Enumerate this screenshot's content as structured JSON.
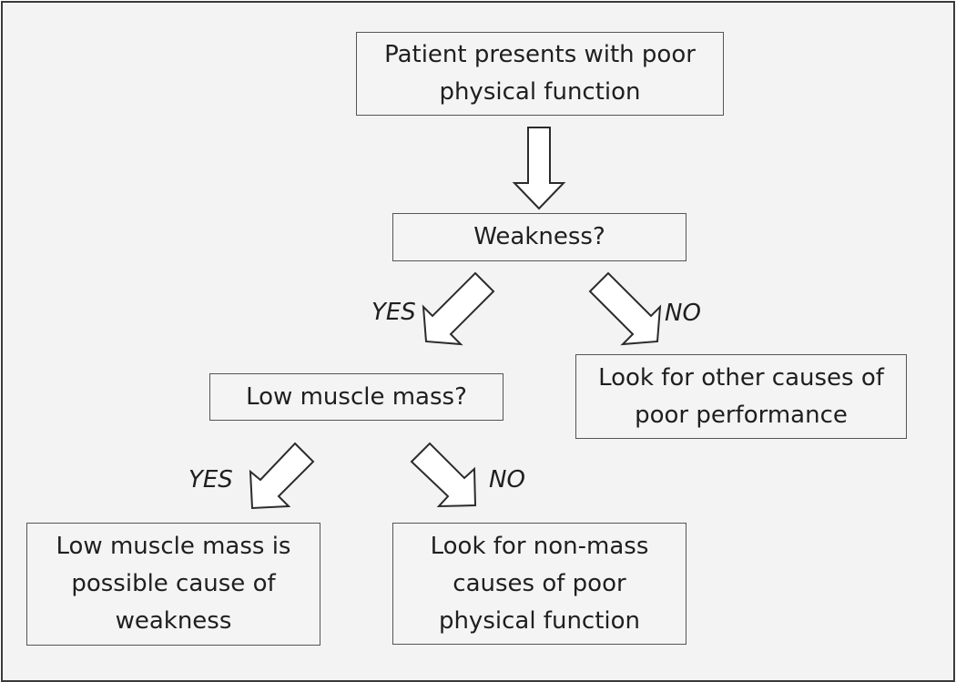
{
  "nodes": {
    "start": "Patient presents with poor\nphysical function",
    "weakness": "Weakness?",
    "low_mass": "Low muscle mass?",
    "other_causes": "Look for other causes of\npoor performance",
    "mass_cause": "Low muscle mass is\npossible cause of\nweakness",
    "non_mass": "Look for non-mass\ncauses of poor\nphysical function"
  },
  "labels": {
    "weakness_yes": "YES",
    "weakness_no": "NO",
    "mass_yes": "YES",
    "mass_no": "NO"
  }
}
